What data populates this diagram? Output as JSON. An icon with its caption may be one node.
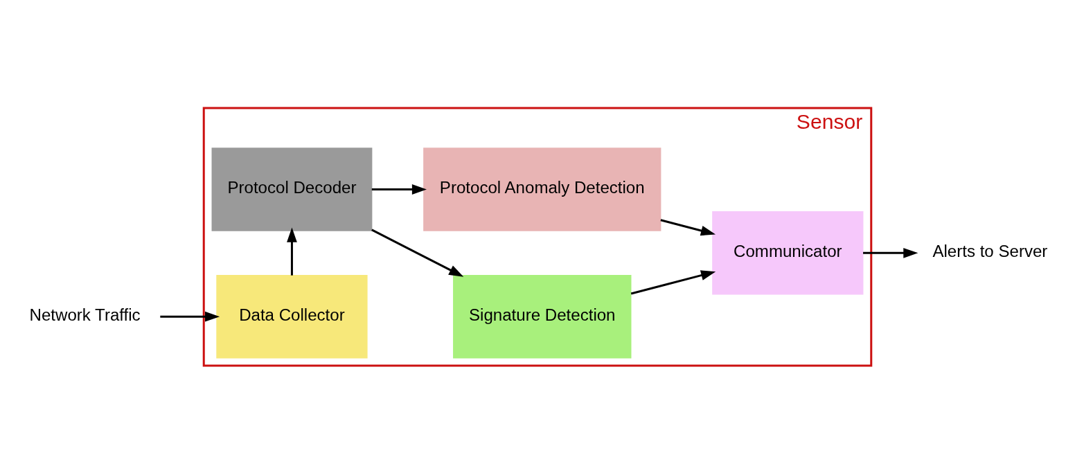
{
  "diagram": {
    "nodes": [
      {
        "text": [
          "Sensor"
        ]
      },
      {
        "text": [
          "Network Traffic"
        ]
      },
      {
        "text": [
          "Data Collector"
        ],
        "in": 0
      },
      {
        "text": [
          "Protocol Decoder"
        ],
        "in": 0
      },
      {
        "text": [
          "Signature Detection"
        ],
        "in": 0
      },
      {
        "text": [
          "Protocol Anomaly Detection"
        ],
        "in": 0
      },
      {
        "text": [
          "Communicator"
        ],
        "in": 0
      },
      {
        "text": [
          "Alerts to Server"
        ]
      }
    ],
    "edges": [
      {
        "from": 1,
        "to": 2,
        "arrow": "to"
      },
      {
        "from": 2,
        "to": 3,
        "arrow": "to"
      },
      {
        "from": 3,
        "to": 4,
        "arrow": "to"
      },
      {
        "from": 3,
        "to": 5,
        "arrow": "to"
      },
      {
        "from": 4,
        "to": 6,
        "arrow": "to"
      },
      {
        "from": 5,
        "to": 6,
        "arrow": "to"
      },
      {
        "from": 6,
        "to": 7,
        "arrow": "to"
      }
    ]
  }
}
